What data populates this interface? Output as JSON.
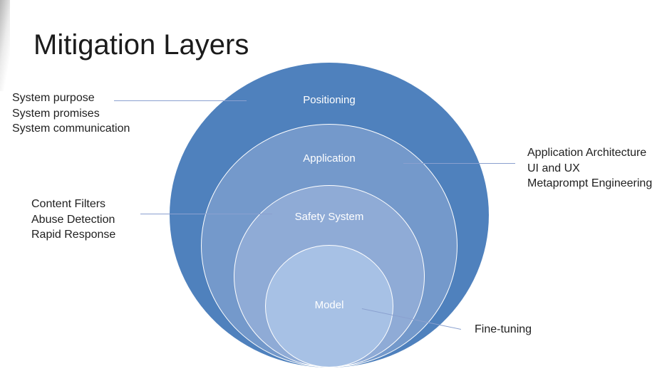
{
  "slide": {
    "title": "Mitigation Layers"
  },
  "diagram": {
    "type": "stacked-venn",
    "layers": {
      "positioning": {
        "label": "Positioning",
        "color": "#4f81bd"
      },
      "application": {
        "label": "Application",
        "color": "#7499cb"
      },
      "safety_system": {
        "label": "Safety System",
        "color": "#8fabd6"
      },
      "model": {
        "label": "Model",
        "color": "#a7c1e5"
      }
    }
  },
  "annotations": {
    "positioning": {
      "lines": [
        "System purpose",
        "System promises",
        "System communication"
      ]
    },
    "application": {
      "lines": [
        "Application Architecture",
        "UI and UX",
        "Metaprompt Engineering"
      ]
    },
    "safety_system": {
      "lines": [
        "Content Filters",
        "Abuse Detection",
        "Rapid Response"
      ]
    },
    "model": {
      "lines": [
        "Fine-tuning"
      ]
    }
  },
  "colors": {
    "connector": "#8aa0cf",
    "text": "#1f1f1f",
    "label_text": "#ffffff",
    "background": "#ffffff"
  }
}
